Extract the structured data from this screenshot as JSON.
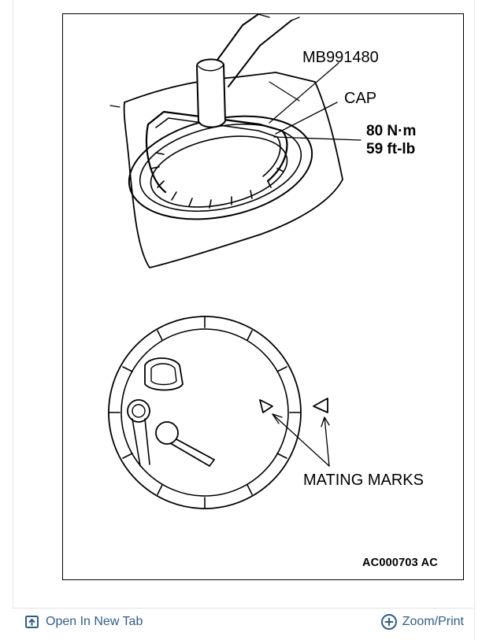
{
  "figure": {
    "tool_label": "MB991480",
    "cap_label": "CAP",
    "torque_nm": "80 N·m",
    "torque_ftlb": "59 ft-lb",
    "mating_marks_label": "MATING MARKS",
    "figure_id": "AC000703 AC"
  },
  "actions": {
    "open_new_tab": "Open In New Tab",
    "zoom_print": "Zoom/Print"
  },
  "icons": {
    "open_new_tab": "open-in-new-tab-icon",
    "zoom_print": "plus-circle-icon"
  },
  "colors": {
    "link": "#2f5d8a"
  }
}
